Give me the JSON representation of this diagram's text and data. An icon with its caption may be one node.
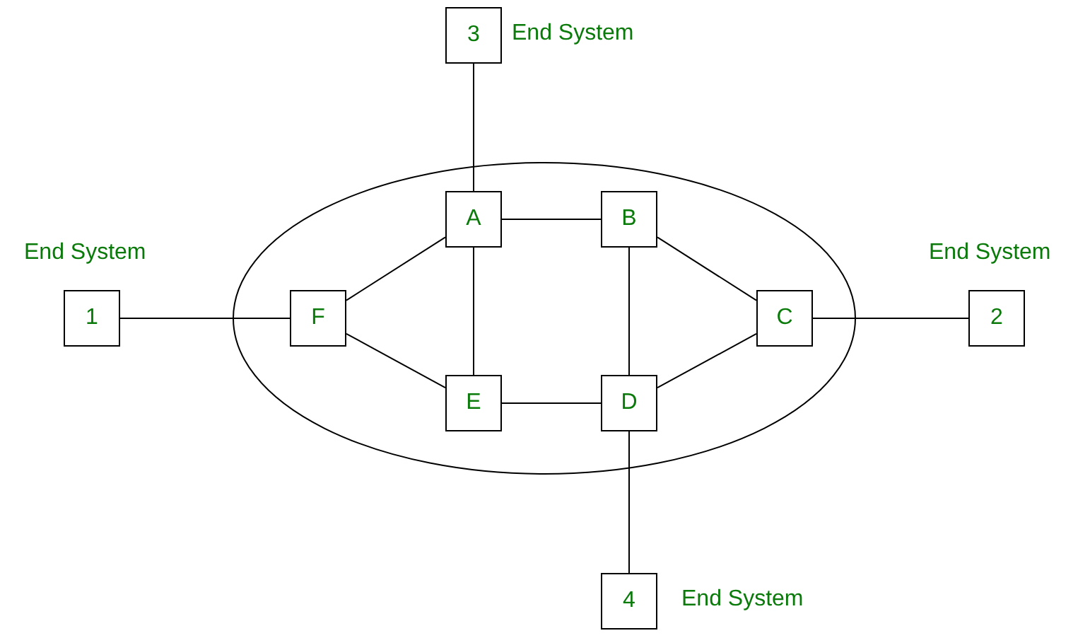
{
  "diagram": {
    "nodes": [
      {
        "text": [
          "3"
        ],
        "beside": [
          "End System"
        ]
      },
      {
        "text": [
          "1"
        ],
        "beside": [
          "End System"
        ]
      },
      {
        "text": [
          "A"
        ]
      },
      {
        "text": [
          "B"
        ]
      },
      {
        "text": [
          "F"
        ]
      },
      {
        "text": [
          "C"
        ]
      },
      {
        "text": [
          "2"
        ],
        "beside": [
          "End System"
        ]
      },
      {
        "text": [
          "E"
        ]
      },
      {
        "text": [
          "D"
        ]
      },
      {
        "text": [
          "4"
        ],
        "beside": [
          "End System"
        ]
      }
    ],
    "edges": [
      {
        "from": 0,
        "to": 2,
        "arrow": "none"
      },
      {
        "from": 2,
        "to": 3,
        "arrow": "none"
      },
      {
        "from": 4,
        "to": 2,
        "arrow": "none"
      },
      {
        "from": 2,
        "to": 7,
        "arrow": "none"
      },
      {
        "from": 3,
        "to": 8,
        "arrow": "none"
      },
      {
        "from": 3,
        "to": 5,
        "arrow": "none"
      },
      {
        "from": 1,
        "to": 4,
        "arrow": "none"
      },
      {
        "from": 5,
        "to": 6,
        "arrow": "none"
      },
      {
        "from": 4,
        "to": 7,
        "arrow": "none"
      },
      {
        "from": 7,
        "to": 8,
        "arrow": "none"
      },
      {
        "from": 8,
        "to": 5,
        "arrow": "none"
      },
      {
        "from": 8,
        "to": 9,
        "arrow": "none"
      }
    ]
  }
}
